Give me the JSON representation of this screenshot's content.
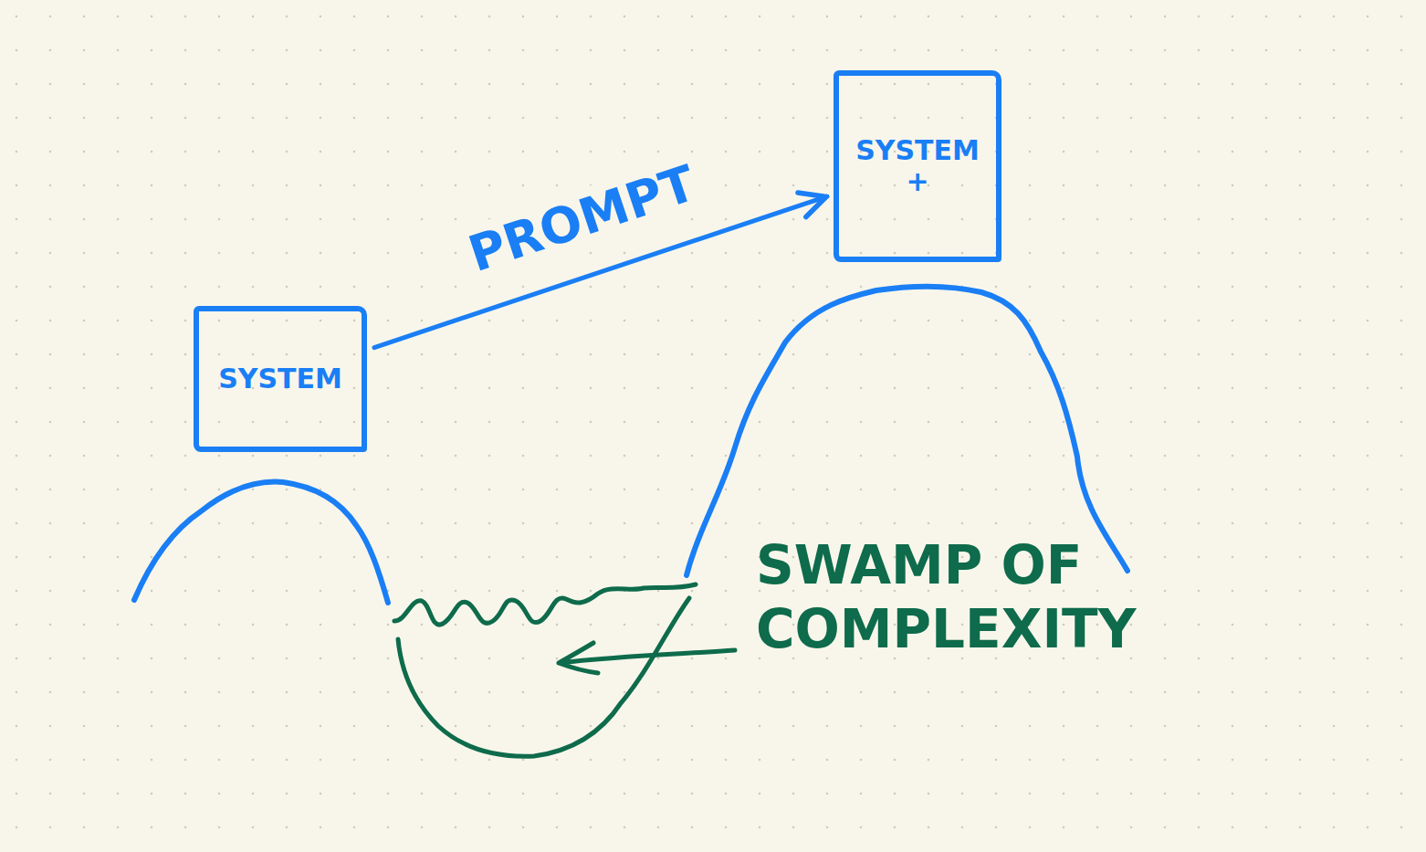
{
  "diagram": {
    "nodes": [
      {
        "text": [
          "SYSTEM"
        ]
      },
      {
        "text": [
          "SYSTEM +"
        ]
      }
    ],
    "edges": [
      {
        "from": 0,
        "to": 1,
        "label": "PROMPT",
        "arrow": "to"
      }
    ],
    "labels": [
      "SWAMP OF COMPLEXITY"
    ]
  }
}
